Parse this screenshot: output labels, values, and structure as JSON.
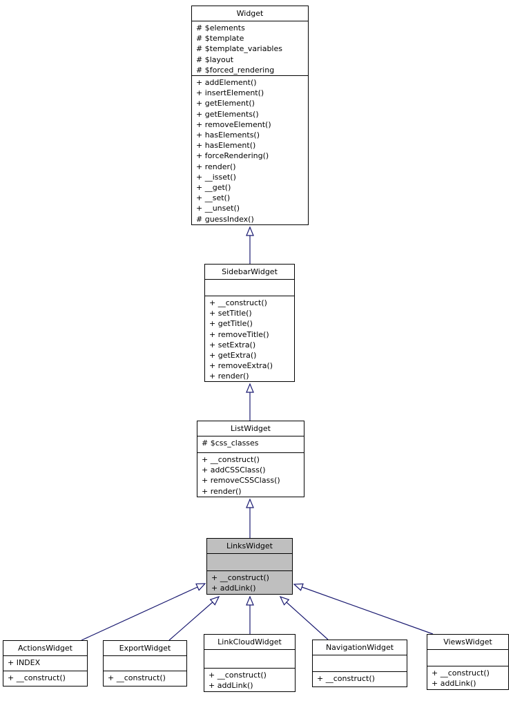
{
  "diagram": {
    "kind": "uml-class-inheritance-diagram",
    "colors": {
      "edge": "#191970",
      "box_border": "#000000",
      "box_fill": "#ffffff",
      "highlight_fill": "#bfbfbf",
      "text": "#000000"
    },
    "highlighted_class": "LinksWidget"
  },
  "classes": [
    {
      "name": "Widget",
      "attributes": [
        "# $elements",
        "# $template",
        "# $template_variables",
        "# $layout",
        "# $forced_rendering"
      ],
      "methods": [
        "+ addElement()",
        "+ insertElement()",
        "+ getElement()",
        "+ getElements()",
        "+ removeElement()",
        "+ hasElements()",
        "+ hasElement()",
        "+ forceRendering()",
        "+ render()",
        "+ __isset()",
        "+ __get()",
        "+ __set()",
        "+ __unset()",
        "# guessIndex()"
      ]
    },
    {
      "name": "SidebarWidget",
      "attributes": [],
      "methods": [
        "+ __construct()",
        "+ setTitle()",
        "+ getTitle()",
        "+ removeTitle()",
        "+ setExtra()",
        "+ getExtra()",
        "+ removeExtra()",
        "+ render()"
      ]
    },
    {
      "name": "ListWidget",
      "attributes": [
        "# $css_classes"
      ],
      "methods": [
        "+ __construct()",
        "+ addCSSClass()",
        "+ removeCSSClass()",
        "+ render()"
      ]
    },
    {
      "name": "LinksWidget",
      "attributes": [],
      "methods": [
        "+ __construct()",
        "+ addLink()"
      ]
    },
    {
      "name": "ActionsWidget",
      "attributes": [
        "+ INDEX"
      ],
      "methods": [
        "+ __construct()"
      ]
    },
    {
      "name": "ExportWidget",
      "attributes": [],
      "methods": [
        "+ __construct()"
      ]
    },
    {
      "name": "LinkCloudWidget",
      "attributes": [],
      "methods": [
        "+ __construct()",
        "+ addLink()"
      ]
    },
    {
      "name": "NavigationWidget",
      "attributes": [],
      "methods": [
        "+ __construct()"
      ]
    },
    {
      "name": "ViewsWidget",
      "attributes": [],
      "methods": [
        "+ __construct()",
        "+ addLink()"
      ]
    }
  ],
  "relations": [
    {
      "from": "SidebarWidget",
      "to": "Widget",
      "type": "inheritance"
    },
    {
      "from": "ListWidget",
      "to": "SidebarWidget",
      "type": "inheritance"
    },
    {
      "from": "LinksWidget",
      "to": "ListWidget",
      "type": "inheritance"
    },
    {
      "from": "ActionsWidget",
      "to": "LinksWidget",
      "type": "inheritance"
    },
    {
      "from": "ExportWidget",
      "to": "LinksWidget",
      "type": "inheritance"
    },
    {
      "from": "LinkCloudWidget",
      "to": "LinksWidget",
      "type": "inheritance"
    },
    {
      "from": "NavigationWidget",
      "to": "LinksWidget",
      "type": "inheritance"
    },
    {
      "from": "ViewsWidget",
      "to": "LinksWidget",
      "type": "inheritance"
    }
  ]
}
